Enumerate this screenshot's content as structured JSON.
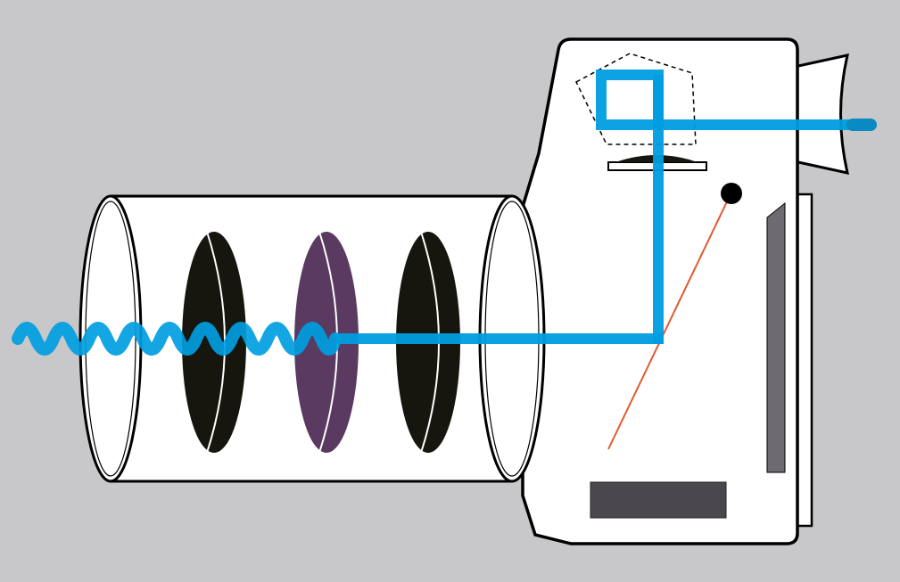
{
  "diagram": {
    "colors": {
      "background": "#c8c8cb",
      "light_path": "#009ee0",
      "light_wave_dark": "#0a8ac2",
      "lens_dark": "#16160f",
      "lens_filter": "#5a3a60",
      "mirror": "#e0592f",
      "sensor": "#6d6a70",
      "shutter_panel": "#4a484d",
      "body_fill": "#ffffff",
      "outline": "#000000"
    },
    "components": [
      "lens-barrel",
      "front-lens-element",
      "filter-lens-element",
      "rear-lens-element",
      "camera-body",
      "pentaprism",
      "focusing-screen",
      "viewfinder-eyepiece",
      "reflex-mirror",
      "mirror-pivot",
      "image-sensor",
      "bottom-panel",
      "light-wave",
      "light-path"
    ]
  }
}
